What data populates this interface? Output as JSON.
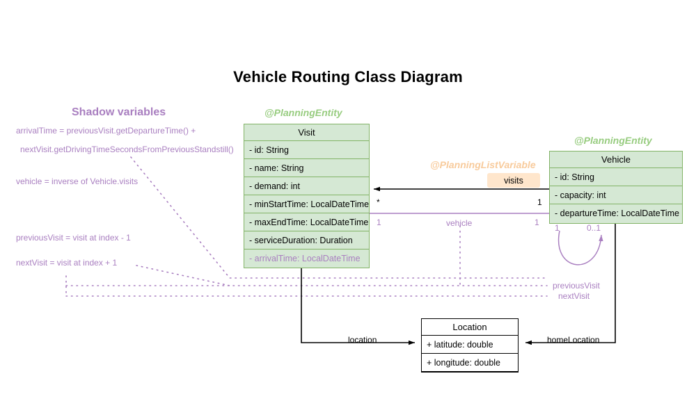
{
  "diagram": {
    "title": "Vehicle Routing Class Diagram",
    "colors": {
      "entity_fill": "#d5e8d4",
      "entity_stroke": "#82b366",
      "stereotype_green": "#97cc7f",
      "stereotype_orange": "#f8cb9c",
      "chip_fill": "#ffe6cc",
      "shadow_purple": "#a97fc0",
      "plain_stroke": "#000000"
    }
  },
  "shadow_section": {
    "heading": "Shadow variables",
    "notes": [
      "arrivalTime = previousVisit.getDepartureTime() +",
      "nextVisit.getDrivingTimeSecondsFromPreviousStandstill()",
      "vehicle = inverse of Vehicle.visits",
      "previousVisit = visit at index - 1",
      "nextVisit = visit at index + 1"
    ]
  },
  "classes": {
    "visit": {
      "stereotype": "@PlanningEntity",
      "name": "Visit",
      "fields": [
        "- id: String",
        "- name: String",
        "- demand: int",
        "- minStartTime: LocalDateTime",
        "- maxEndTime: LocalDateTime",
        "- serviceDuration: Duration"
      ],
      "shadow_fields": [
        "- arrivalTime: LocalDateTime"
      ]
    },
    "vehicle": {
      "stereotype": "@PlanningEntity",
      "name": "Vehicle",
      "fields": [
        "- id: String",
        "- capacity: int",
        "- departureTime: LocalDateTime"
      ]
    },
    "location": {
      "name": "Location",
      "fields": [
        "+ latitude: double",
        "+ longitude: double"
      ]
    }
  },
  "relations": {
    "visits": {
      "stereotype": "@PlanningListVariable",
      "chip_label": "visits",
      "source_multiplicity": "*",
      "target_multiplicity": "1"
    },
    "vehicle_ref": {
      "label": "vehicle",
      "source_multiplicity": "1",
      "target_multiplicity": "1"
    },
    "self_loop": {
      "labels": [
        "previousVisit",
        "nextVisit"
      ],
      "source_multiplicity": "1",
      "target_multiplicity": "0..1"
    },
    "location_ref": {
      "label": "location"
    },
    "home_location_ref": {
      "label": "homeLocation"
    }
  }
}
